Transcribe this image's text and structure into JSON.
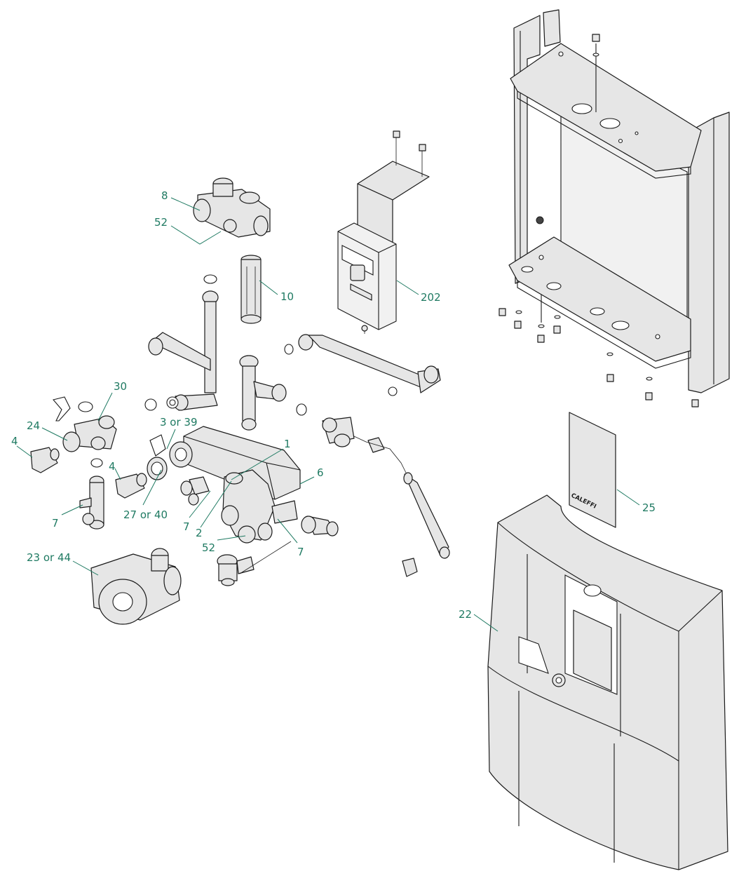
{
  "callouts": {
    "c8": "8",
    "c52a": "52",
    "c10": "10",
    "c202": "202",
    "c30": "30",
    "c24": "24",
    "c4a": "4",
    "c3or39": "3 or 39",
    "c1": "1",
    "c6": "6",
    "c4b": "4",
    "c27or40": "27 or 40",
    "c7a": "7",
    "c7b": "7",
    "c2": "2",
    "c52b": "52",
    "c7c": "7",
    "c23or44": "23 or 44",
    "c22": "22",
    "c25": "25"
  },
  "card_brand": "CALEFFI",
  "colors": {
    "callout": "#1f7a62",
    "outline": "#1a1a1a",
    "part_fill": "#e6e6e6",
    "background": "#ffffff"
  }
}
